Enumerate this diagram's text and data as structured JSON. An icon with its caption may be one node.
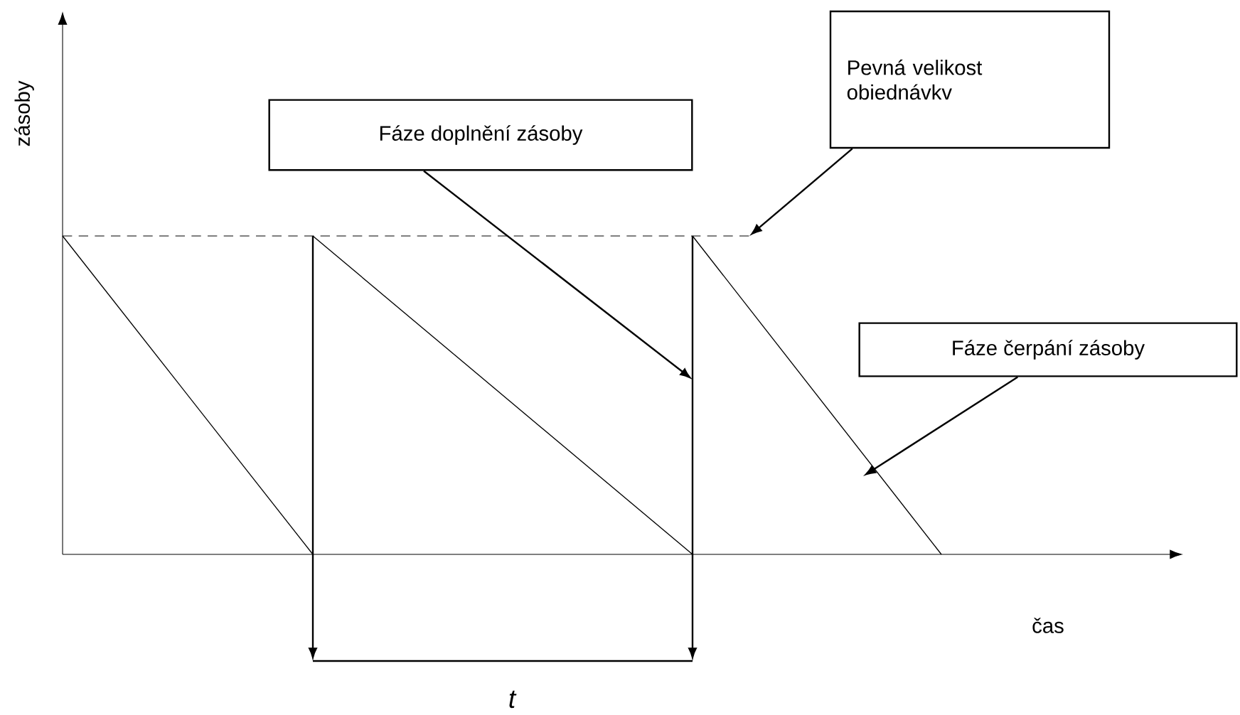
{
  "diagram": {
    "nodes": [
      {
        "text": [
          "Fáze doplnění zásoby"
        ]
      },
      {
        "text": [
          "Pevná velikost obiednávkv"
        ]
      },
      {
        "text": [
          "Fáze čerpání zásoby"
        ]
      }
    ],
    "edges": [
      {
        "from": 0,
        "to": null,
        "arrow": "to"
      },
      {
        "from": 1,
        "to": null,
        "arrow": "to"
      },
      {
        "from": 2,
        "to": null,
        "arrow": "to"
      }
    ],
    "labels": [
      "zásoby",
      "čas",
      "t"
    ]
  }
}
